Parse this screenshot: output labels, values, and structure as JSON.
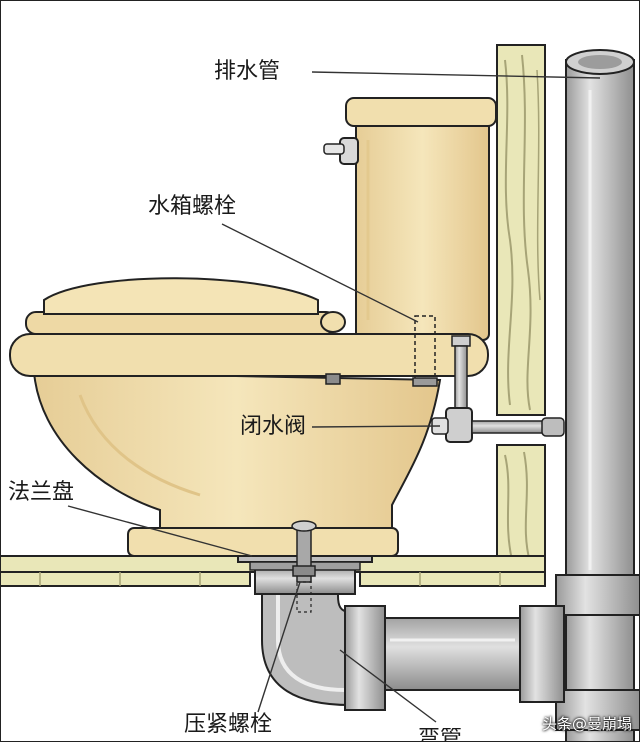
{
  "labels": {
    "drain_pipe": "排水管",
    "tank_bolt": "水箱螺栓",
    "shutoff_valve": "闭水阀",
    "flange": "法兰盘",
    "hold_down_bolt": "压紧螺栓",
    "trap_pipe": "弯管"
  },
  "watermark": "头条@曼崩塌",
  "colors": {
    "porcelain": "#f1dfae",
    "porcelain_shade": "#e3c98e",
    "wall_wood": "#e9e7b8",
    "wood_grain": "#a7a477",
    "pipe": "#c4c4c4",
    "pipe_dark": "#8a8a8a",
    "outline": "#222222",
    "leader": "#333333"
  }
}
